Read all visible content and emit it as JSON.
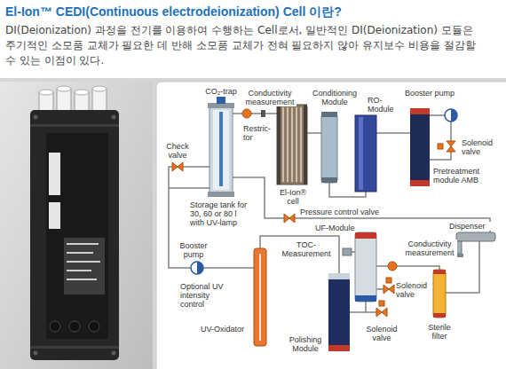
{
  "diagram": {
    "title": "El-Ion™ CEDI(Continuous electrodeionization) Cell 이란?",
    "caption": "DI(Deionization) 과정을 전기를 이용하여 수행하는 Cell로서, 일반적인 DI(Deionization) 모듈은 주기적인 소모품 교체가 필요한 데 반해 소모품 교체가 전혀 필요하지 않아 유지보수 비용을 절감할 수 있는 이점이 있다.",
    "labels": [
      "CO₂-trap",
      "Conductivity measurement",
      "Conditioning Module",
      "RO-Module",
      "Booster pump",
      "Restric-tor",
      "Check valve",
      "Solenoid valve",
      "El-Ion® cell",
      "Pretreatment module AMB",
      "Storage tank for 30, 60 or 80 l with UV-lamp",
      "Pressure control valve",
      "Dispenser",
      "UF-Module",
      "TOC-Measurement",
      "Conductivity measurement",
      "Booster pump",
      "Optional UV intensity control",
      "Solenoid valve",
      "Sterile filter",
      "UV-Oxidator",
      "Polishing Module",
      "Solenoid valve"
    ]
  }
}
